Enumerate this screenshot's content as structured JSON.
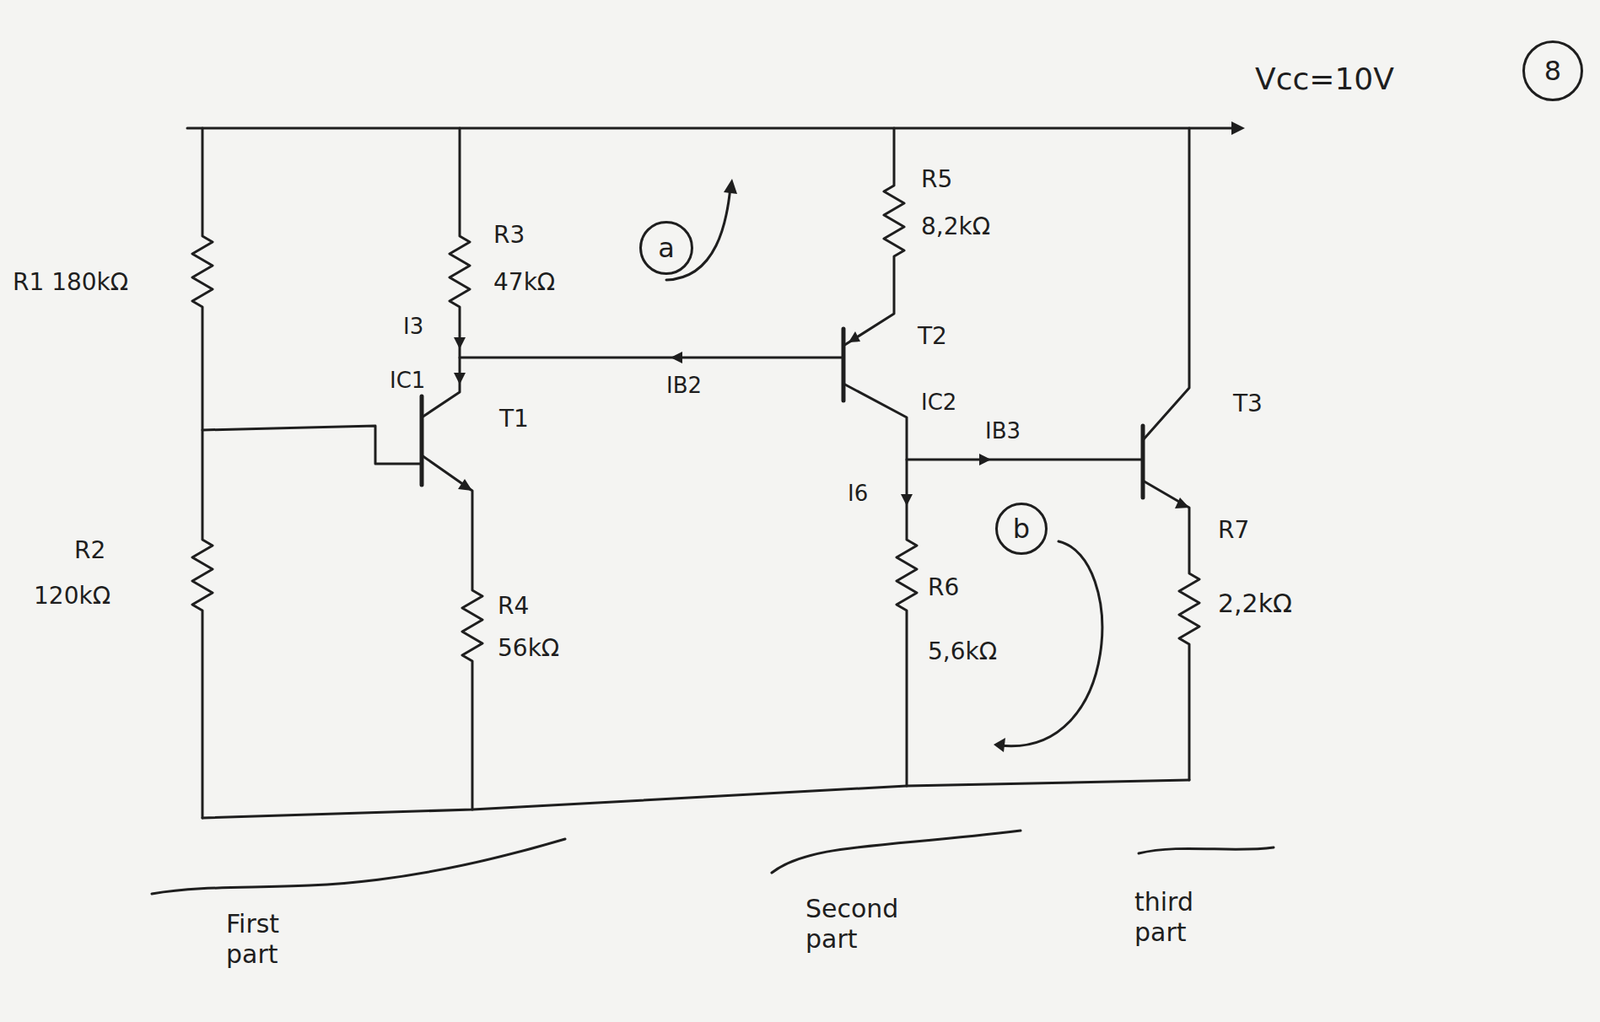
{
  "diagram": {
    "nodes": [
      {
        "text": [
          "8"
        ]
      },
      {
        "text": [
          "a"
        ]
      },
      {
        "text": [
          "b"
        ]
      }
    ],
    "labels": [
      "Vcc=10V",
      "R1 180kΩ",
      "R3",
      "47kΩ",
      "I3",
      "IC1",
      "T1",
      "IB2",
      "R5",
      "8,2kΩ",
      "T2",
      "IC2",
      "IB3",
      "I6",
      "R6",
      "5,6kΩ",
      "T3",
      "R7",
      "2,2kΩ",
      "R2",
      "120kΩ",
      "R4",
      "56kΩ",
      "First part",
      "Second part",
      "third part"
    ]
  }
}
